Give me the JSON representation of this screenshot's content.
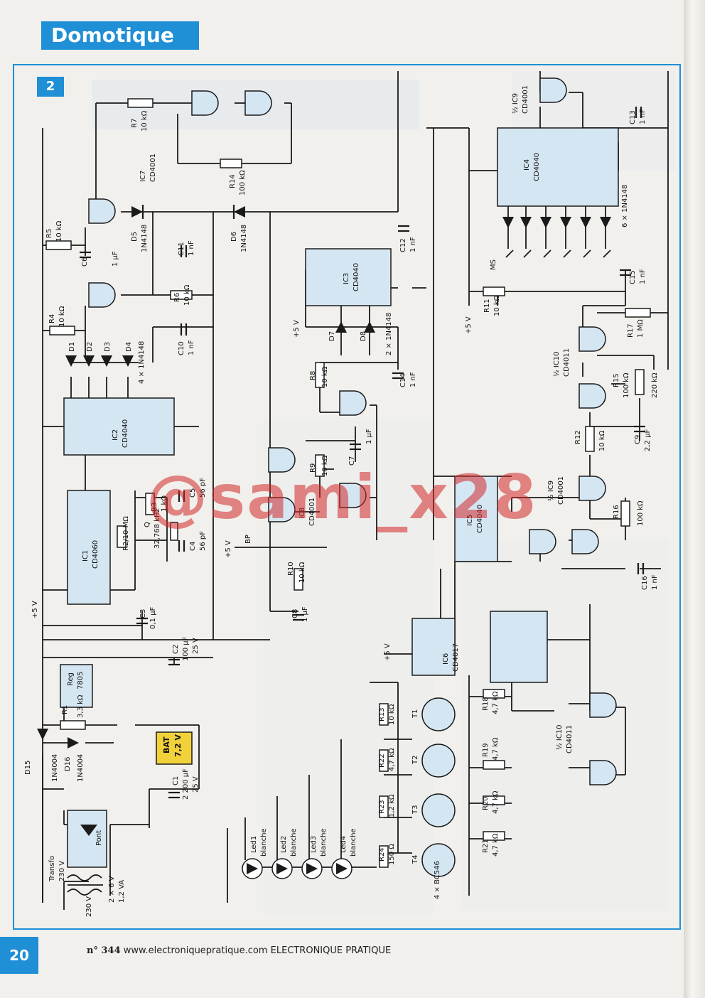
{
  "page": {
    "section": "Domotique",
    "figure_number": "2",
    "page_number": "20",
    "footer_issue": "n° 344",
    "footer_url": "www.electroniquepratique.com",
    "footer_brand": "ELECTRONIQUE PRATIQUE",
    "watermark": "@sami_x28"
  },
  "colors": {
    "accent": "#1f8fd6",
    "ic_fill": "#d5e6f3",
    "battery": "#f2d23a",
    "watermark": "#d22828"
  },
  "components": {
    "ic7": "IC7",
    "ic7_type": "CD4001",
    "r7": "R7",
    "r7_val": "10 kΩ",
    "r14": "R14",
    "r14_val": "100 kΩ",
    "r5": "R5",
    "r5_val": "10 kΩ",
    "c6": "C6",
    "c6_val": "1 µF",
    "d5": "D5",
    "d5_val": "1N4148",
    "d6": "D6",
    "d6_val": "1N4148",
    "c11": "C11",
    "c11_val": "1 nF",
    "r6": "R6",
    "r6_val": "10 kΩ",
    "c10": "C10",
    "c10_val": "1 nF",
    "r4": "R4",
    "r4_val": "10 kΩ",
    "d1": "D1",
    "d2": "D2",
    "d3": "D3",
    "d4": "D4",
    "d1_4_val": "4 × 1N4148",
    "ic2": "IC2",
    "ic2_type": "CD4040",
    "ic1": "IC1",
    "ic1_type": "CD4060",
    "r3": "R3",
    "r3_val": "1 kΩ",
    "c5": "C5",
    "c5_val": "56 pF",
    "c4": "C4",
    "c4_val": "56 pF",
    "q": "Q",
    "q_val": "32,768 kHz",
    "r2": "R2/10 MΩ",
    "c3": "C3",
    "c3_val": "0,1 µF",
    "c2": "C2",
    "c2_val": "100 µF",
    "c2_v": "25 V",
    "reg": "Reg",
    "reg_type": "7805",
    "r1": "R1",
    "r1_val": "3,3 kΩ",
    "bat": "BAT",
    "bat_val": "7,2 V",
    "c1": "C1",
    "c1_val": "2 200 µF",
    "c1_v": "25 V",
    "d15": "D15",
    "d15_val": "1N4004",
    "d16": "D16",
    "d16_val": "1N4004",
    "pont": "Pont",
    "transfo": "Transfo",
    "transfo_v": "230 V",
    "transfo_sec": "2 × 6 V",
    "transfo_va": "1,2 VA",
    "mains": "230 V",
    "led1": "Led1",
    "led2": "Led2",
    "led3": "Led3",
    "led4": "Led4",
    "led_color": "blanche",
    "ic3": "IC3",
    "ic3_type": "CD4040",
    "c12": "C12",
    "c12_val": "1 nF",
    "d7": "D7",
    "d8": "D8",
    "d7_8_val": "2 × 1N4148",
    "r8": "R8",
    "r8_val": "10 kΩ",
    "c14": "C14",
    "c14_val": "1 nF",
    "c7": "C7",
    "c7_val": "1 µF",
    "r9": "R9",
    "r9_val": "10 kΩ",
    "ic8": "IC8",
    "ic8_type": "CD4001",
    "bp": "BP",
    "r10": "R10",
    "r10_val": "10 kΩ",
    "c8": "C8",
    "c8_val": "1 µF",
    "ic6": "IC6",
    "ic6_type": "CD4017",
    "ic5": "IC5",
    "ic5_type": "CD4040",
    "r13": "R13",
    "r13_val": "10 kΩ",
    "r22": "R22",
    "r22_val": "4,7 kΩ",
    "r23": "R23",
    "r23_val": "1,2 kΩ",
    "r24": "R24",
    "r24_val": "150 Ω",
    "t1": "T1",
    "t2": "T2",
    "t3": "T3",
    "t4": "T4",
    "t_val": "4 × BC546",
    "ic9": "½ IC9",
    "ic9_type": "CD4001",
    "c13": "C13",
    "c13_val": "1 nF",
    "ic4": "IC4",
    "ic4_type": "CD4040",
    "d9_14": "6 × 1N4148",
    "ms": "MS",
    "r11": "R11",
    "r11_val": "10 kΩ",
    "c15": "C15",
    "c15_val": "1 nF",
    "r17": "R17",
    "r17_val": "1 MΩ",
    "ic10": "½ IC10",
    "ic10_type": "CD4011",
    "r15": "R15",
    "r15_val": "100 kΩ",
    "pot": "220 kΩ",
    "r12": "R12",
    "r12_val": "10 kΩ",
    "c9": "C9",
    "c9_val": "2,2 µF",
    "r16": "R16",
    "r16_val": "100 kΩ",
    "c16": "C16",
    "c16_val": "1 nF",
    "r18": "R18",
    "r18_val": "4,7 kΩ",
    "r19": "R19",
    "r19_val": "4,7 kΩ",
    "r20": "R20",
    "r20_val": "4,7 kΩ",
    "r21": "R21",
    "r21_val": "4,7 kΩ",
    "plus5v": "+5 V"
  }
}
